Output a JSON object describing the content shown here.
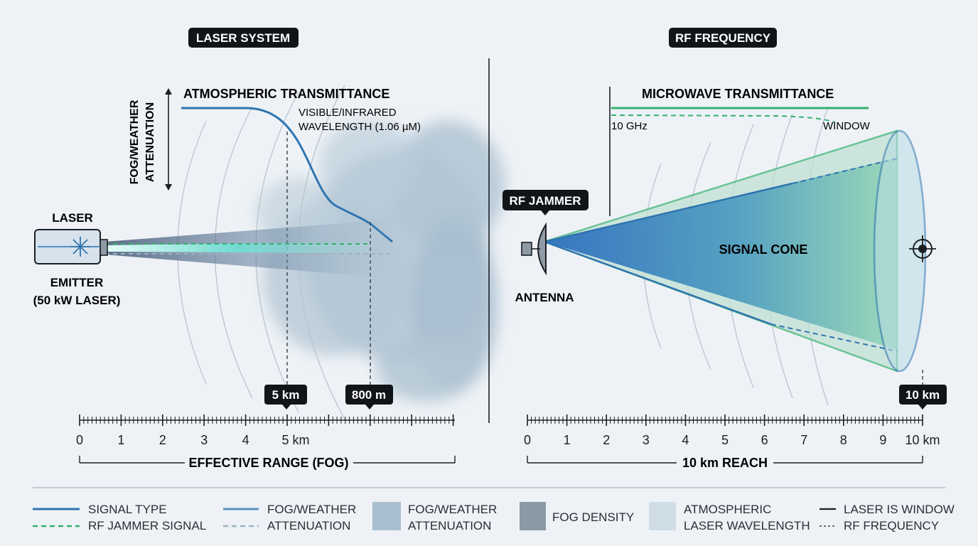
{
  "laser_panel": {
    "badge": "LASER SYSTEM",
    "chart_title": "ATMOSPHERIC TRANSMITTANCE",
    "y_axis_label_line1": "FOG/WEATHER",
    "y_axis_label_line2": "ATTENUATION",
    "wavelength_line1": "VISIBLE/INFRARED",
    "wavelength_line2": "WAVELENGTH (1.06 µM)",
    "emitter_top": "LASER",
    "emitter_bottom_line1": "EMITTER",
    "emitter_bottom_line2": "(50 kW LASER)",
    "marker_5km": "5 km",
    "marker_800m": "800 m",
    "axis_ticks": [
      "0",
      "1",
      "2",
      "3",
      "4",
      "5 km"
    ],
    "axis_caption": "EFFECTIVE RANGE (FOG)"
  },
  "rf_panel": {
    "badge": "RF FREQUENCY",
    "chart_title": "MICROWAVE TRANSMITTANCE",
    "freq_label": "10 GHz",
    "window_label": "WINDOW",
    "jammer_callout": "RF JAMMER",
    "antenna_label": "ANTENNA",
    "cone_label": "SIGNAL CONE",
    "marker_10km": "10 km",
    "axis_ticks": [
      "0",
      "1",
      "2",
      "3",
      "4",
      "5",
      "6",
      "7",
      "8",
      "9",
      "10 km"
    ],
    "axis_caption": "10 km REACH"
  },
  "legend": {
    "col1_line1": "SIGNAL TYPE",
    "col1_line2": "RF JAMMER SIGNAL",
    "col2_line1": "FOG/WEATHER",
    "col2_line2": "ATTENUATION",
    "col3_line1": "FOG/WEATHER",
    "col3_line2": "ATTENUATION",
    "col4_line1": "FOG DENSITY",
    "col5_line1": "ATMOSPHERIC",
    "col5_line2": "LASER WAVELENGTH",
    "col6_line1": "LASER IS WINDOW",
    "col6_line2": "RF FREQUENCY"
  },
  "colors": {
    "laser_blue": "#2f74b0",
    "rf_green": "#34b070",
    "fog": "#a9bfcf",
    "badge_bg": "#111418"
  }
}
